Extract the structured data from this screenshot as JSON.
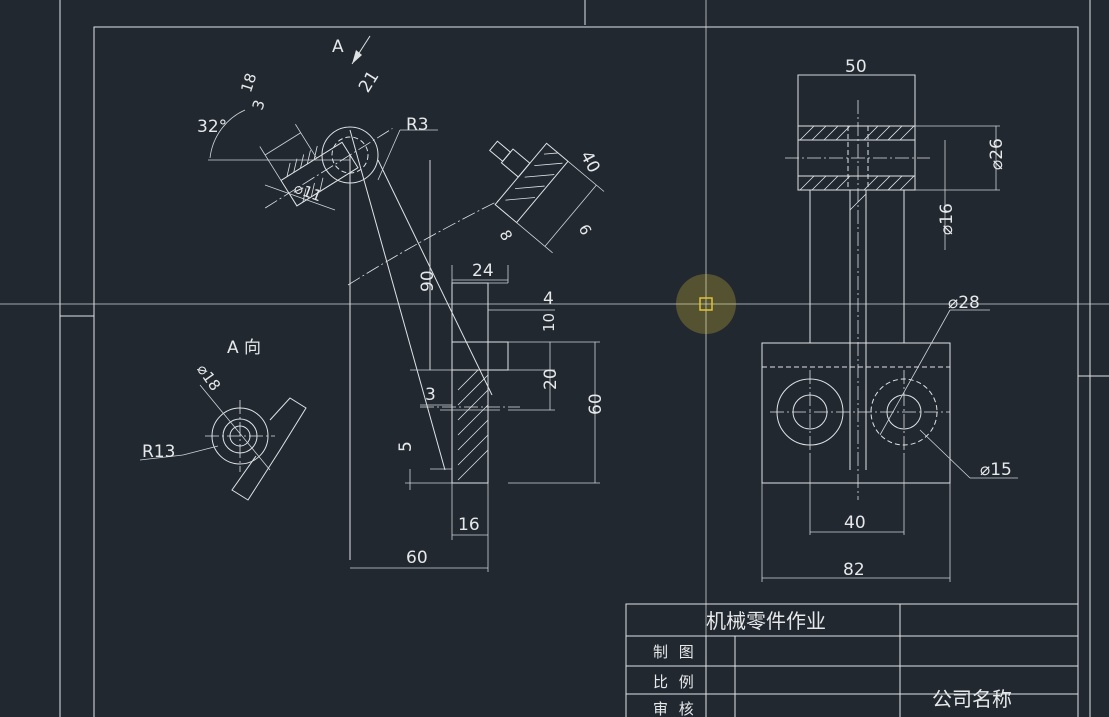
{
  "colors": {
    "background": "#212830",
    "lines": "#dfe3e6",
    "cursor": "#e0c23a"
  },
  "title_block": {
    "title": "机械零件作业",
    "rows": [
      "制 图",
      "比 例",
      "审 核"
    ],
    "company": "公司名称"
  },
  "views": {
    "main": {
      "section_arrow": "A",
      "dims": {
        "d21": "21",
        "d18": "18",
        "d3a": "3",
        "d32": "32°",
        "d11": "⌀11",
        "r3": "R3",
        "d40": "40",
        "d6": "6",
        "d8": "8",
        "d90": "90",
        "d24": "24",
        "d4": "4",
        "d10": "10",
        "d20": "20",
        "d60v": "60",
        "d3b": "3",
        "d5": "5",
        "d16": "16",
        "d60h": "60"
      }
    },
    "side": {
      "dims": {
        "d50": "50",
        "d26": "⌀26",
        "d16": "⌀16",
        "d28": "⌀28",
        "d15": "⌀15",
        "d40": "40",
        "d82": "82"
      }
    },
    "a_view": {
      "label": "A 向",
      "dims": {
        "d18": "⌀18",
        "r13": "R13"
      }
    }
  }
}
